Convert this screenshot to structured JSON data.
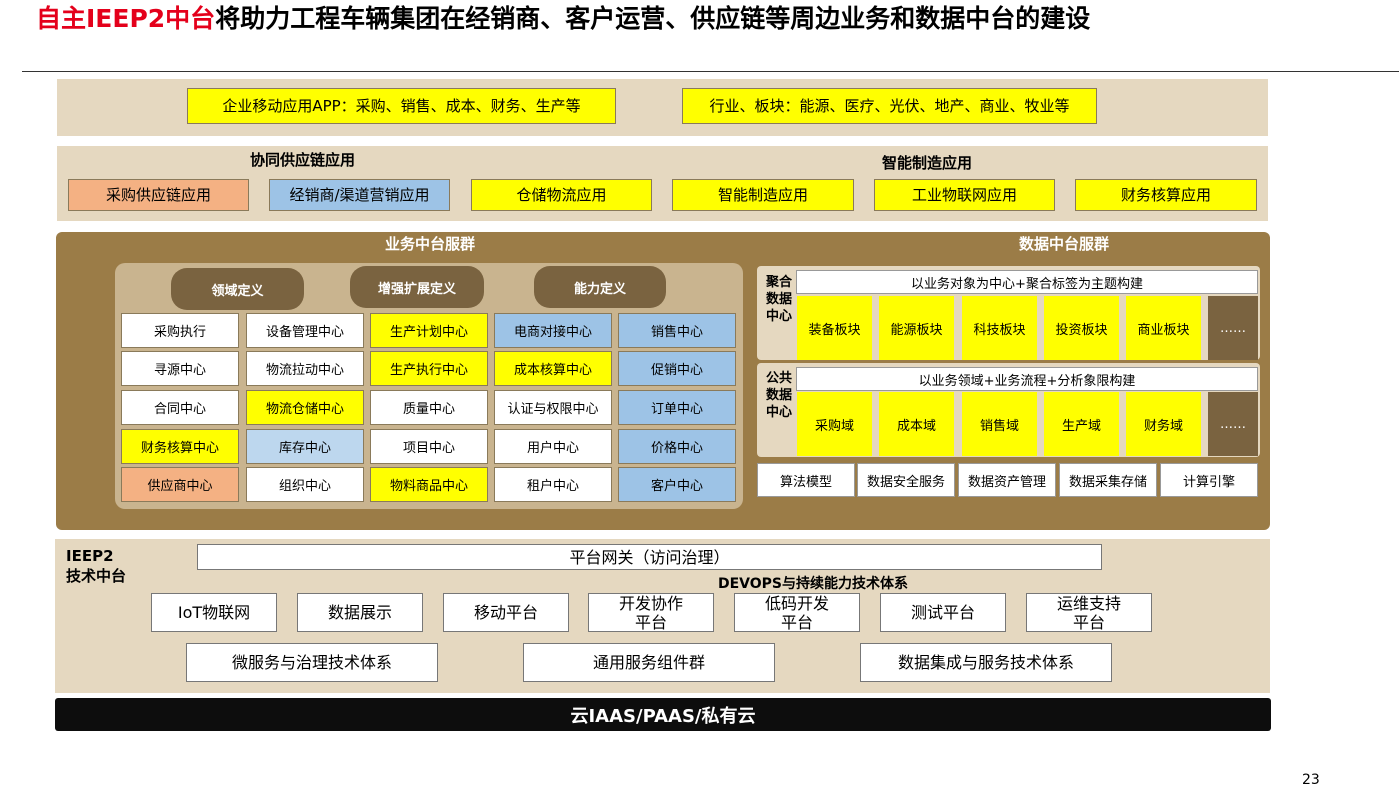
{
  "title": {
    "highlight": "自主IEEP2中台",
    "rest": "将助力工程车辆集团在经销商、客户运营、供应链等周边业务和数据中台的建设"
  },
  "top_apps": [
    "企业移动应用APP：采购、销售、成本、财务、生产等",
    "行业、板块：能源、医疗、光伏、地产、商业、牧业等"
  ],
  "apps_layer": {
    "label_left": "协同供应链应用",
    "label_right": "智能制造应用",
    "items": [
      "采购供应链应用",
      "经销商/渠道营销应用",
      "仓储物流应用",
      "智能制造应用",
      "工业物联网应用",
      "财务核算应用"
    ]
  },
  "biz_platform": {
    "title": "业务中台服群",
    "pills": [
      "领域定义",
      "增强扩展定义",
      "能力定义"
    ],
    "grid": [
      [
        "采购执行",
        "设备管理中心",
        "生产计划中心",
        "电商对接中心",
        "销售中心"
      ],
      [
        "寻源中心",
        "物流拉动中心",
        "生产执行中心",
        "成本核算中心",
        "促销中心"
      ],
      [
        "合同中心",
        "物流仓储中心",
        "质量中心",
        "认证与权限中心",
        "订单中心"
      ],
      [
        "财务核算中心",
        "库存中心",
        "项目中心",
        "用户中心",
        "价格中心"
      ],
      [
        "供应商中心",
        "组织中心",
        "物料商品中心",
        "租户中心",
        "客户中心"
      ]
    ],
    "colors": [
      [
        "white",
        "white",
        "yellow",
        "blue",
        "blue"
      ],
      [
        "white",
        "white",
        "yellow",
        "yellow",
        "blue"
      ],
      [
        "white",
        "yellow",
        "white",
        "white",
        "blue"
      ],
      [
        "yellow",
        "lblue",
        "white",
        "white",
        "blue"
      ],
      [
        "orange",
        "white",
        "yellow",
        "white",
        "blue"
      ]
    ]
  },
  "data_platform": {
    "title": "数据中台服群",
    "aggregate": {
      "side": "聚合\n数据\n中心",
      "head": "以业务对象为中心+聚合标签为主题构建",
      "items": [
        "装备板块",
        "能源板块",
        "科技板块",
        "投资板块",
        "商业板块",
        "……"
      ]
    },
    "public": {
      "side": "公共\n数据\n中心",
      "head": "以业务领域+业务流程+分析象限构建",
      "items": [
        "采购域",
        "成本域",
        "销售域",
        "生产域",
        "财务域",
        "……"
      ]
    },
    "services": [
      "算法模型",
      "数据安全服务",
      "数据资产管理",
      "数据采集存储",
      "计算引擎"
    ]
  },
  "tech_platform": {
    "side": "IEEP2\n技术中台",
    "gateway": "平台网关（访问治理）",
    "devops": "DEVOPS与持续能力技术体系",
    "row1": [
      "IoT物联网",
      "数据展示",
      "移动平台",
      "开发协作\n平台",
      "低码开发\n平台",
      "测试平台",
      "运维支持\n平台"
    ],
    "row2": [
      "微服务与治理技术体系",
      "通用服务组件群",
      "数据集成与服务技术体系"
    ]
  },
  "cloud": "云IAAS/PAAS/私有云",
  "page_number": "23"
}
